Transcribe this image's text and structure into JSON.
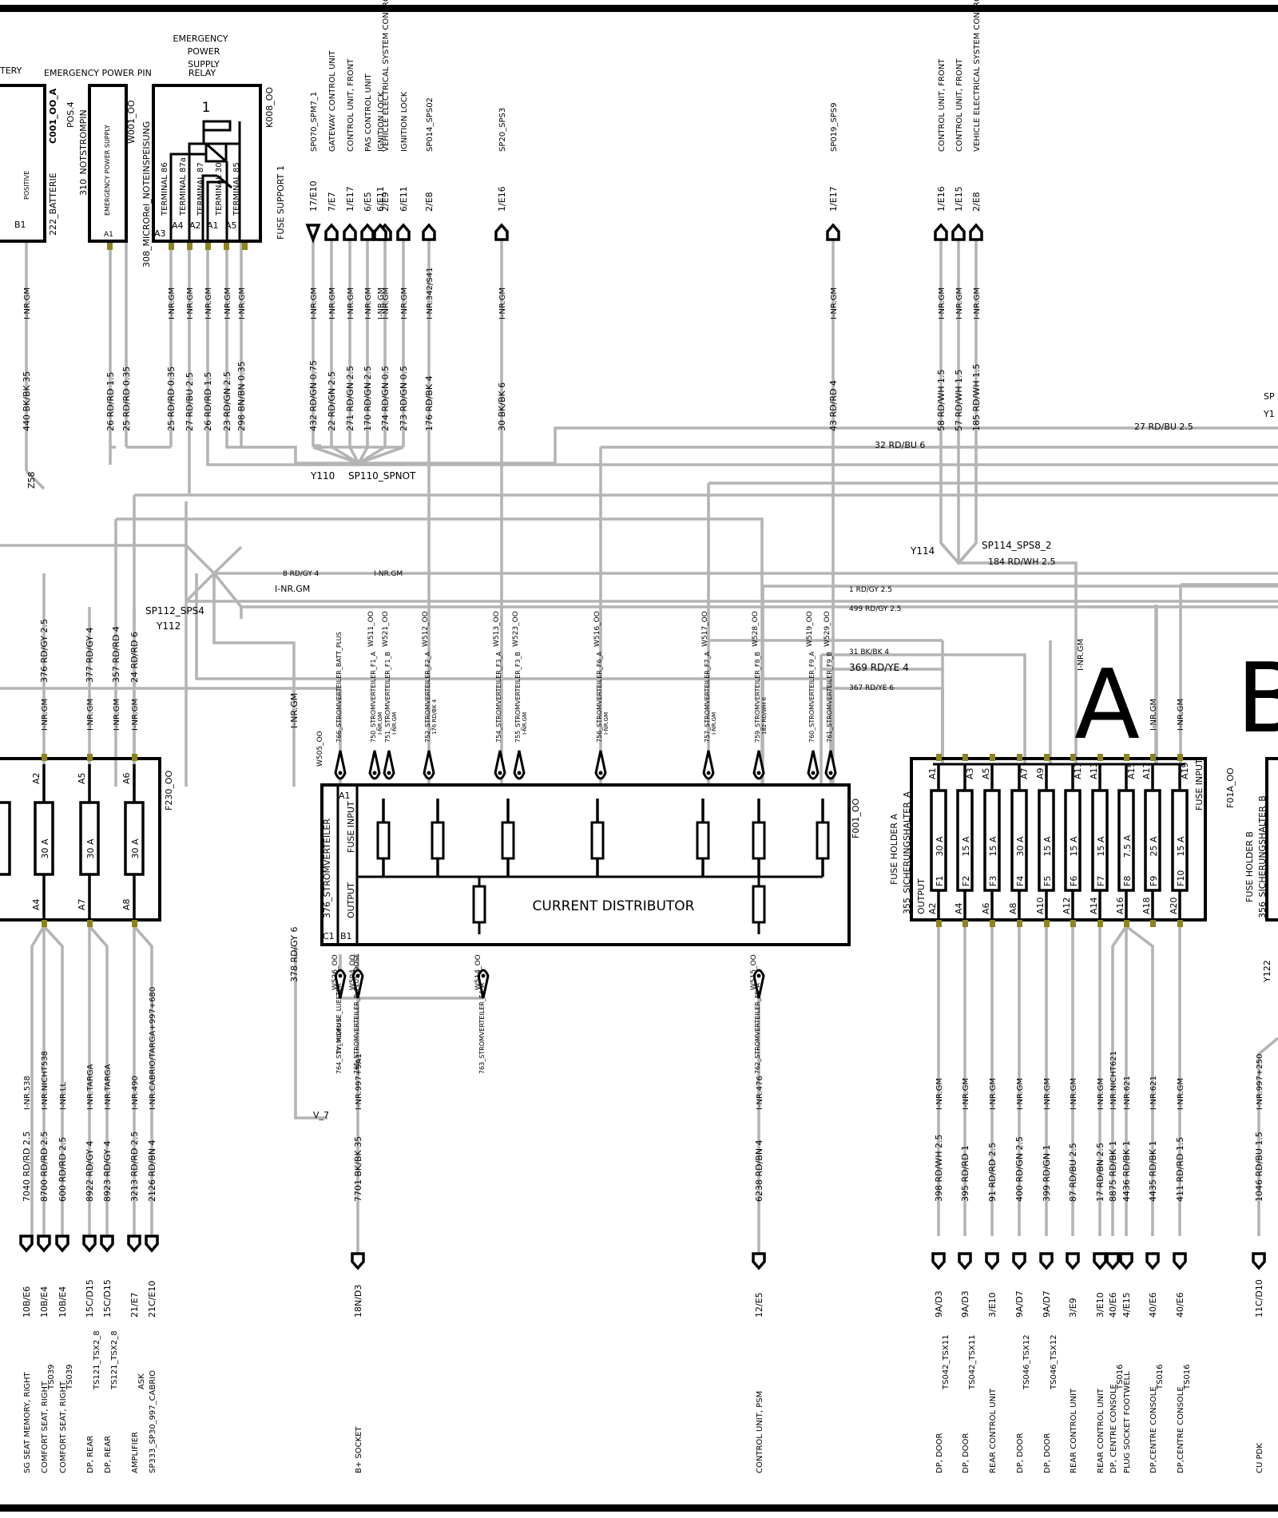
{
  "diagram": {
    "title_letters": {
      "a": "A",
      "b": "B"
    },
    "top_components": {
      "battery": {
        "label": "TERY",
        "code": "C001_OO_A",
        "pos": "POS.4",
        "part": "222_BATTERIE",
        "side": "POSITIVE",
        "pin": "B1"
      },
      "power_pin": {
        "label": "EMERGENCY POWER PIN",
        "code": "W001_OO",
        "part": "310_NOTSTROMPIN",
        "inside": "EMERGENCY POWER SUPPLY",
        "pin": "A1"
      },
      "relay": {
        "label": "EMERGENCY POWER SUPPLY RELAY",
        "l1": "EMERGENCY",
        "l2": "POWER",
        "l3": "SUPPLY",
        "l4": "RELAY",
        "number": "1",
        "code": "K008_OO",
        "part": "308_MICRORel_NOTEINSPEISUNG",
        "pin_a3": "A3",
        "terminals": [
          "TERMINAL 86",
          "TERMINAL 87a",
          "TERMINAL 87",
          "TERMINAL 30",
          "TERMINAL 85"
        ],
        "pins": [
          "A4",
          "A2",
          "A1",
          "A5"
        ]
      }
    },
    "fuse_support": "FUSE SUPPORT 1",
    "top_connectors": [
      {
        "code": "SP070_SPM7_1",
        "pin": "17/E10",
        "wire_mark": "I-NR.GM",
        "wire": "432 RD/GN 0.75"
      },
      {
        "code": "GATEWAY CONTROL UNIT",
        "pin": "7/E7",
        "wire_mark": "I-NR.GM",
        "wire": "22 RD/GN 2.5"
      },
      {
        "code": "CONTROL UNIT, FRONT",
        "pin": "1/E17",
        "wire_mark": "I-NR.GM",
        "wire": "271 RD/GN 2.5"
      },
      {
        "code": "PAS CONTROL UNIT",
        "pin": "6/E5",
        "wire_mark": "I-NR.GM",
        "wire": "170 RD/GN 2.5"
      },
      {
        "code": "VEHICLE ELECTRICAL SYSTEM CONTROL UNIT",
        "pin": "2/E9",
        "wire_mark": "I-NR.GM",
        "wire": "274 RD/GN 0.5"
      },
      {
        "code": "IGNITION LOCK",
        "pin": "6/E11",
        "wire_mark": "I-NR.GM",
        "wire": "273 RD/GN 0.5"
      },
      {
        "code": "IGNITION LOCK",
        "pin": "6/E11",
        "wire_mark": "I-NR.GM",
        "wire": ""
      },
      {
        "code": "SP014_SPS02",
        "pin": "2/E8",
        "wire_mark": "I-NR.342/S41",
        "wire": "176 RD/BK 4"
      },
      {
        "code": "SP20_SPS3",
        "pin": "1/E16",
        "wire_mark": "I-NR.GM",
        "wire": "30 BK/BK 6"
      },
      {
        "code": "SP019_SPS9",
        "pin": "1/E17",
        "wire_mark": "I-NR.GM",
        "wire": "43 RD/RD 4"
      },
      {
        "code": "CONTROL UNIT, FRONT",
        "pin": "1/E16",
        "wire_mark": "I-NR.GM",
        "wire": "58 RD/WH 1.5"
      },
      {
        "code": "CONTROL UNIT, FRONT",
        "pin": "1/E15",
        "wire_mark": "I-NR.GM",
        "wire": "57 RD/WH 1.5"
      },
      {
        "code": "VEHICLE ELECTRICAL SYSTEM CONTROL UNIT",
        "pin": "2/E8",
        "wire_mark": "I-NR.GM",
        "wire": "185 RD/WH 1.5"
      }
    ],
    "left_wires": [
      {
        "mark": "I-NR.GM",
        "wire": "440 BK/BK 35"
      },
      {
        "mark": "",
        "wire": "26 RD/RD 1.5"
      },
      {
        "mark": "",
        "wire": "25 RD/RD 0.35"
      },
      {
        "mark": "I-NR.GM",
        "wire": "25 RD/RD 0.35"
      },
      {
        "mark": "I-NR.GM",
        "wire": "27 RD/BU 2.5"
      },
      {
        "mark": "I-NR.GM",
        "wire": "26 RD/RD 1.5"
      },
      {
        "mark": "I-NR.GM",
        "wire": "23 RD/GN 2.5"
      },
      {
        "mark": "I-NR.GM",
        "wire": "298 BN/BN 0.35"
      }
    ],
    "splices": {
      "y110": "Y110",
      "sp110": "SP110_SPNOT",
      "z58": "Z58",
      "y112": "Y112",
      "sp112": "SP112_SPS4",
      "y114": "Y114",
      "sp114": "SP114_SPS8_2",
      "w184": "184 RD/WH 2.5",
      "sp_right": "SP",
      "y1_right": "Y1"
    },
    "horizontal_labels": {
      "w27": "27 RD/BU 2.5",
      "w32": "32 RD/BU 6",
      "w8": "8 RD/GY 4",
      "inr1": "I-NR.GM",
      "inr2": "I-NR.GM",
      "w1": "1 RD/GY 2.5",
      "w499": "499 RD/GY 2.5",
      "w31": "31 BK/BK 4",
      "w369": "369 RD/YE 4",
      "w367": "367 RD/YE 6"
    },
    "f230": {
      "code": "F230_OO",
      "vwires": [
        {
          "wire": "376 RD/GY 2.5",
          "mark": "I-NR.GM"
        },
        {
          "wire": "377 RD/GY 4",
          "mark": "I-NR.GM"
        },
        {
          "wire": "357 RD/RD 4",
          "mark": "I-NR.GM"
        },
        {
          "wire": "24 RD/RD 6",
          "mark": "I-NR.GM"
        }
      ],
      "pins_top": [
        "A2",
        "A5",
        "A6"
      ],
      "pins_bottom": [
        "A4",
        "A7",
        "A8"
      ],
      "amps": [
        "30 A",
        "30 A",
        "30 A"
      ]
    },
    "distributor": {
      "title": "CURRENT DISTRIBUTOR",
      "code": "F001_OO",
      "part": "376_STROMVERTEILER",
      "fuse_input": "FUSE INPUT",
      "output": "OUTPUT",
      "pins": {
        "a1": "A1",
        "c1": "C1",
        "b1": "B1"
      },
      "w505": "W505_OO",
      "w378": "378 RD/GY 6",
      "inr_left": "I-NR.GM",
      "top_studs": [
        {
          "code": "",
          "part": "766_STROMVERTEILER_BATT_PLUS",
          "mark": ""
        },
        {
          "code": "W511_OO",
          "part": "750_STROMVERTEILER_F1_A",
          "mark": "I-NR.GM"
        },
        {
          "code": "W521_OO",
          "part": "751_STROMVERTEILER_F1_B",
          "mark": "I-NR.GM"
        },
        {
          "code": "W512_OO",
          "part": "752_STROMVERTEILER_F2_A",
          "mark": "176 RD/BK 4"
        },
        {
          "code": "W513_OO",
          "part": "754_STROMVERTEILER_F3_A",
          "mark": ""
        },
        {
          "code": "W523_OO",
          "part": "755_STROMVERTEILER_F3_B",
          "mark": "I-NR.GM"
        },
        {
          "code": "W516_OO",
          "part": "756_STROMVERTEILER_F6_A",
          "mark": "I-NR.GM"
        },
        {
          "code": "W517_OO",
          "part": "757_STROMVERTEILER_F7_A",
          "mark": "I-NR.GM"
        },
        {
          "code": "W528_OO",
          "part": "759_STROMVERTEILER_F8_B",
          "mark": "182 RD/WH 6"
        },
        {
          "code": "W519_OO",
          "part": "760_STROMVERTEILER_F9_A",
          "mark": ""
        },
        {
          "code": "W529_OO",
          "part": "761_STROMVERTEILER_F9_B",
          "mark": ""
        }
      ],
      "bottom_studs": [
        {
          "code": "W526_OO",
          "part": "764_STV_MIDFUSE_LUEFTER",
          "mark": "371 RD/RD 6"
        },
        {
          "code": "W504_OO",
          "part": "765_STROMVERTEILER_B_PLUS_DOSE",
          "mark": ""
        },
        {
          "code": "W514_OO",
          "part": "763_STROMVERTEILER_F4_A",
          "mark": ""
        },
        {
          "code": "W515_OO",
          "part": "762_STROMVERTEILER_F5_A",
          "mark": ""
        }
      ],
      "v7": "V_7"
    },
    "fuse_holder_a": {
      "title": "FUSE HOLDER A",
      "part": "355_SICHERUNGSHALTER_A",
      "output": "OUTPUT",
      "fuse_input": "FUSE INPUT",
      "top_pins": [
        "A1",
        "A3",
        "A5",
        "A7",
        "A9",
        "A11",
        "A13",
        "A15",
        "A17",
        "A19"
      ],
      "bottom_pins": [
        "A2",
        "A4",
        "A6",
        "A8",
        "A10",
        "A12",
        "A14",
        "A16",
        "A18",
        "A20"
      ],
      "amps": [
        "30 A",
        "15 A",
        "15 A",
        "30 A",
        "15 A",
        "15 A",
        "15 A",
        "7.5 A",
        "25 A",
        "15 A"
      ],
      "fuses": [
        "F1",
        "F2",
        "F3",
        "F4",
        "F5",
        "F6",
        "F7",
        "F8",
        "F9",
        "F10"
      ],
      "top_marks": [
        "I-NR.GM",
        "I-NR.GM",
        "I-NR.GM"
      ]
    },
    "fuse_holder_b": {
      "title": "FUSE HOLDER B",
      "part": "356_SICHERUNGSHALTER_B",
      "code": "F01A_OO",
      "y122": "Y122"
    },
    "bottom_connectors": [
      {
        "mark": "I-NR.538",
        "wire": "7040 RD/RD 2.5",
        "pin": "10B/E6",
        "dest": "SG  SEAT MEMORY, RIGHT",
        "ts": ""
      },
      {
        "mark": "I-NR.NICHT538",
        "wire": "8700 RD/RD 2.5",
        "pin": "10B/E4",
        "dest": "COMFORT SEAT, RIGHT",
        "ts": "TS039"
      },
      {
        "mark": "I-NR.LL",
        "wire": "600 RD/RD 2.5",
        "pin": "10B/E4",
        "dest": "COMFORT SEAT, RIGHT",
        "ts": "TS039"
      },
      {
        "mark": "I-NR.TARGA",
        "wire": "8922 RD/GY 4",
        "pin": "15C/D15",
        "dest": "DP, REAR",
        "ts": "TS121_TSX2_8"
      },
      {
        "mark": "I-NR.TARGA",
        "wire": "8923 RD/GY 4",
        "pin": "15C/D15",
        "dest": "DP, REAR",
        "ts": "TS121_TSX2_8"
      },
      {
        "mark": "I-NR.490",
        "wire": "3213 RD/RD 2.5",
        "pin": "21/E7",
        "dest": "AMPLIFIER",
        "ts": "ASK"
      },
      {
        "mark": "I-NR.CABRIO/TARGA+997+680",
        "wire": "2126 RD/BN 4",
        "pin": "21C/E10",
        "dest": "SP333_SP30_997_CABRIO",
        "ts": ""
      },
      {
        "mark": "I-NR.997+9A1",
        "wire": "7701 BK/BK 35",
        "pin": "18N/D3",
        "dest": "B+ SOCKET",
        "ts": ""
      },
      {
        "mark": "I-NR.476",
        "wire": "6238 RD/BN 4",
        "pin": "12/E5",
        "dest": "CONTROL UNIT, PSM",
        "ts": ""
      },
      {
        "mark": "I-NR.GM",
        "wire": "398 RD/WH 2.5",
        "pin": "9A/D3",
        "dest": "DP,  DOOR",
        "ts": "TS042_TSX11"
      },
      {
        "mark": "I-NR.GM",
        "wire": "395 RD/RD 1",
        "pin": "9A/D3",
        "dest": "DP, DOOR",
        "ts": "TS042_TSX11"
      },
      {
        "mark": "I-NR.GM",
        "wire": "91 RD/RD 2.5",
        "pin": "3/E10",
        "dest": "REAR CONTROL UNIT",
        "ts": ""
      },
      {
        "mark": "I-NR.GM",
        "wire": "400 RD/GN 2.5",
        "pin": "9A/D7",
        "dest": "DP,   DOOR",
        "ts": "TS046_TSX12"
      },
      {
        "mark": "I-NR.GM",
        "wire": "399 RD/GN 1",
        "pin": "9A/D7",
        "dest": "DP,   DOOR",
        "ts": "TS046_TSX12"
      },
      {
        "mark": "I-NR.GM",
        "wire": "87 RD/BU 2.5",
        "pin": "3/E9",
        "dest": "REAR CONTROL UNIT",
        "ts": ""
      },
      {
        "mark": "I-NR.GM",
        "wire": "17 RD/BN 2.5",
        "pin": "3/E10",
        "dest": "REAR CONTROL UNIT",
        "ts": ""
      },
      {
        "mark": "I-NR.NICHT621",
        "wire": "8875 RD/BK 1",
        "pin": "40/E6",
        "dest": "DP, CENTRE CONSOLE",
        "ts": "TS016"
      },
      {
        "mark": "I-NR.621",
        "wire": "4436 RD/BK 1",
        "pin": "4/E15",
        "dest": "PLUG SOCKET FOOTWELL",
        "ts": ""
      },
      {
        "mark": "I-NR.621",
        "wire": "4435 RD/BK 1",
        "pin": "40/E6",
        "dest": "DP,CENTRE CONSOLE",
        "ts": "TS016"
      },
      {
        "mark": "I-NR.GM",
        "wire": "411 RD/RD 1.5",
        "pin": "40/E6",
        "dest": "DP,CENTRE CONSOLE",
        "ts": "TS016"
      },
      {
        "mark": "I-NR.997+250",
        "wire": "1046 RD/BU 1.5",
        "pin": "11C/D10",
        "dest": "CU PDK",
        "ts": ""
      }
    ]
  }
}
